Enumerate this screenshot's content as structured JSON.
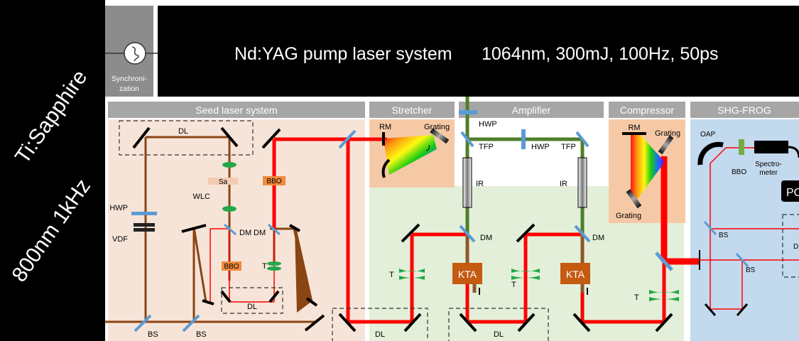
{
  "side_banner": {
    "line1": "Ti:Sapphire",
    "line2": "800nm 1kHz"
  },
  "sync": {
    "label_line1": "Synchroni-",
    "label_line2": "zation"
  },
  "pump": {
    "title": "Nd:YAG pump laser system",
    "specs": "1064nm, 300mJ, 100Hz, 50ps"
  },
  "sections": {
    "seed": "Seed laser system",
    "stretcher": "Stretcher",
    "amplifier": "Amplifier",
    "compressor": "Compressor",
    "frog": "SHG-FROG"
  },
  "labels": {
    "dl": "DL",
    "hwp": "HWP",
    "vdf": "VDF",
    "sa": "Sa",
    "wlc": "WLC",
    "dm": "DM",
    "bbo": "BBO",
    "t": "T",
    "bs": "BS",
    "rm": "RM",
    "grating": "Grating",
    "tfp": "TFP",
    "ir": "IR",
    "kta": "KTA",
    "oap": "OAP",
    "spectrometer_line1": "Spectro-",
    "spectrometer_line2": "meter",
    "pc": "PC",
    "d": "D"
  },
  "colors": {
    "banner": "#000000",
    "header_bar": "#a6a6a6",
    "seed_bg": "#f7e4d8",
    "stretcher_bg": "#f6c9a6",
    "amplifier_bg": "#e3efd8",
    "frog_bg": "#c3d9ee",
    "beam_red": "#ff0000",
    "beam_brown": "#8b4513",
    "beam_green": "#4f7f2a",
    "optic_blue": "#5b9bd5",
    "bbo_orange": "#f08a3c",
    "kta_orange": "#c55a11",
    "lens_green": "#22a84a"
  }
}
